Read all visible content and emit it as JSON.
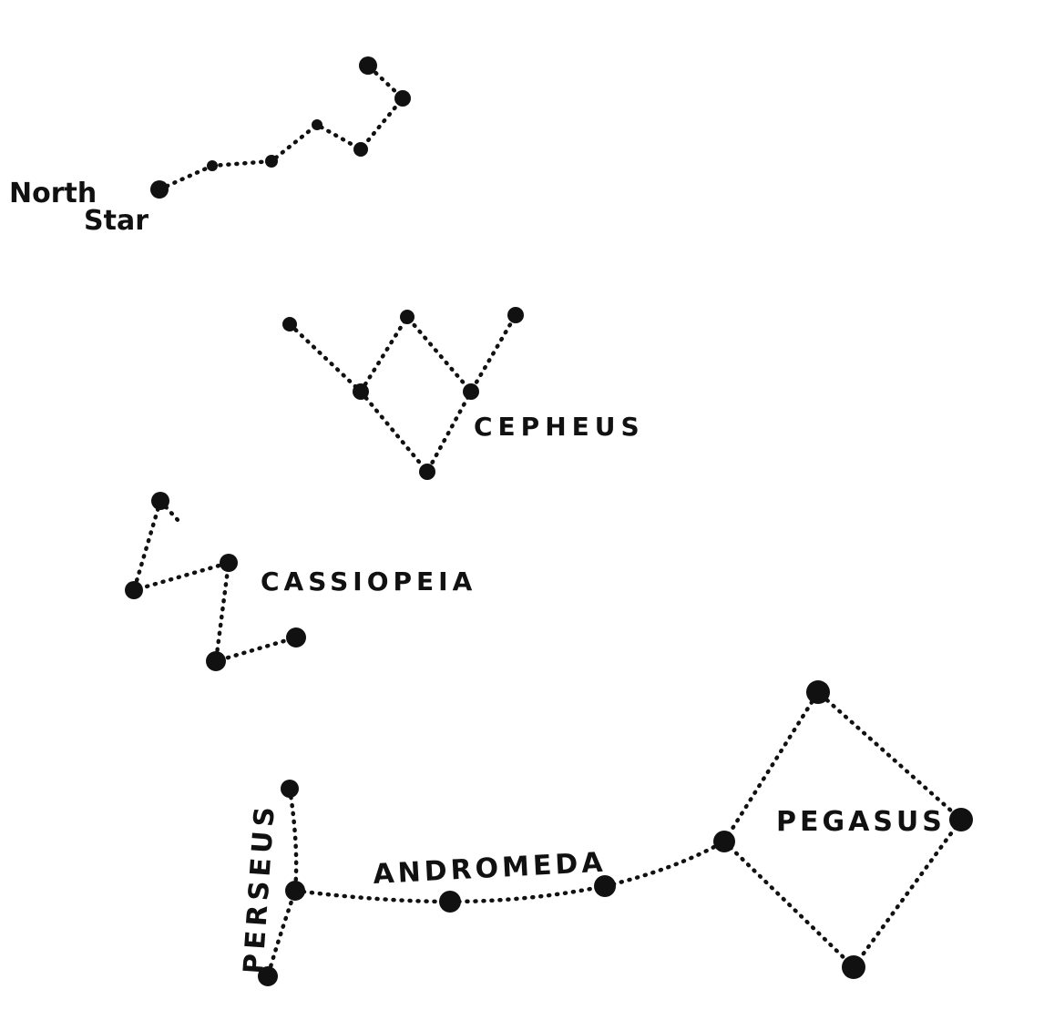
{
  "labels": {
    "north_star": [
      "North",
      "Star"
    ],
    "cepheus": "CEPHEUS",
    "cassiopeia": "CASSIOPEIA",
    "andromeda": "ANDROMEDA",
    "pegasus": "PEGASUS",
    "perseus": "PERSEUS"
  },
  "colors": {
    "ink": "#111111",
    "background": "#ffffff"
  }
}
